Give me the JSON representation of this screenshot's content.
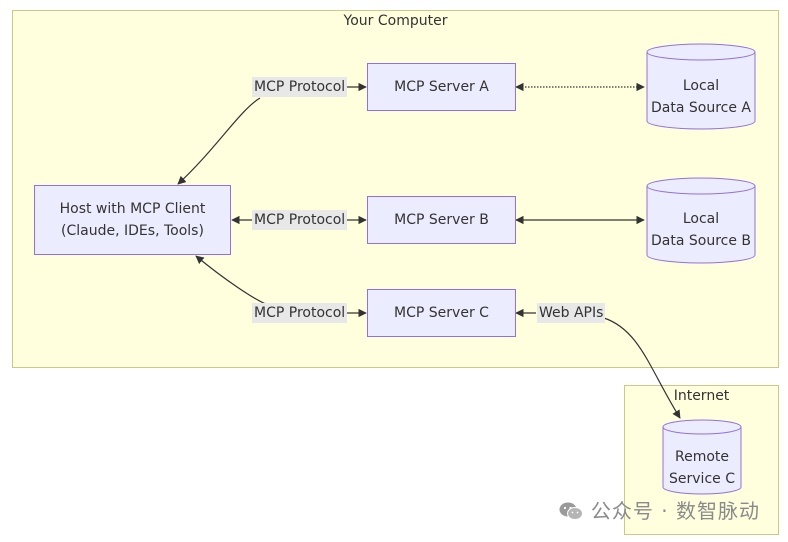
{
  "clusters": {
    "your_computer": "Your Computer",
    "internet": "Internet"
  },
  "nodes": {
    "host": [
      "Host with MCP Client",
      "(Claude, IDEs, Tools)"
    ],
    "server_a": "MCP Server A",
    "server_b": "MCP Server B",
    "server_c": "MCP Server C",
    "local_a": [
      "Local",
      "Data Source A"
    ],
    "local_b": [
      "Local",
      "Data Source B"
    ],
    "remote_c": [
      "Remote",
      "Service C"
    ]
  },
  "edge_labels": {
    "protocol_a": "MCP Protocol",
    "protocol_b": "MCP Protocol",
    "protocol_c": "MCP Protocol",
    "web_apis": "Web APIs"
  },
  "watermark": {
    "text": "公众号 · 数智脉动",
    "icon": "wechat-logo-icon"
  },
  "colors": {
    "cluster_fill": "#ffffde",
    "node_fill": "#ececff",
    "node_border": "#9370db",
    "edge": "#333333",
    "edge_label_bg": "#e8e8e8"
  }
}
